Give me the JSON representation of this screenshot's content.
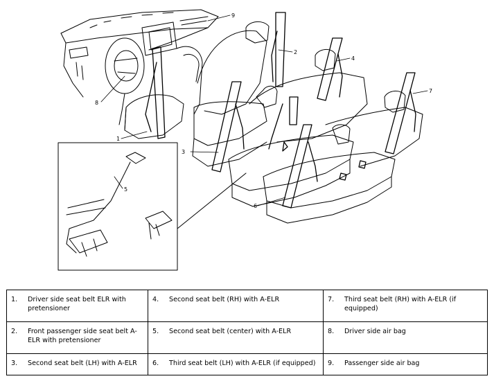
{
  "callouts": [
    "1",
    "2",
    "3",
    "4",
    "5",
    "6",
    "7",
    "8",
    "9"
  ],
  "legend": [
    [
      {
        "num": "1.",
        "text": "Driver side seat belt ELR with pretensioner"
      },
      {
        "num": "4.",
        "text": "Second seat belt (RH) with A-ELR"
      },
      {
        "num": "7.",
        "text": "Third seat belt (RH) with A-ELR (if equipped)"
      }
    ],
    [
      {
        "num": "2.",
        "text": "Front passenger side seat belt A-ELR with pretensioner"
      },
      {
        "num": "5.",
        "text": "Second seat belt (center) with A-ELR"
      },
      {
        "num": "8.",
        "text": "Driver side air bag"
      }
    ],
    [
      {
        "num": "3.",
        "text": "Second seat belt (LH) with A-ELR"
      },
      {
        "num": "6.",
        "text": "Third seat belt (LH) with A-ELR (if equipped)"
      },
      {
        "num": "9.",
        "text": "Passenger side air bag"
      }
    ]
  ]
}
